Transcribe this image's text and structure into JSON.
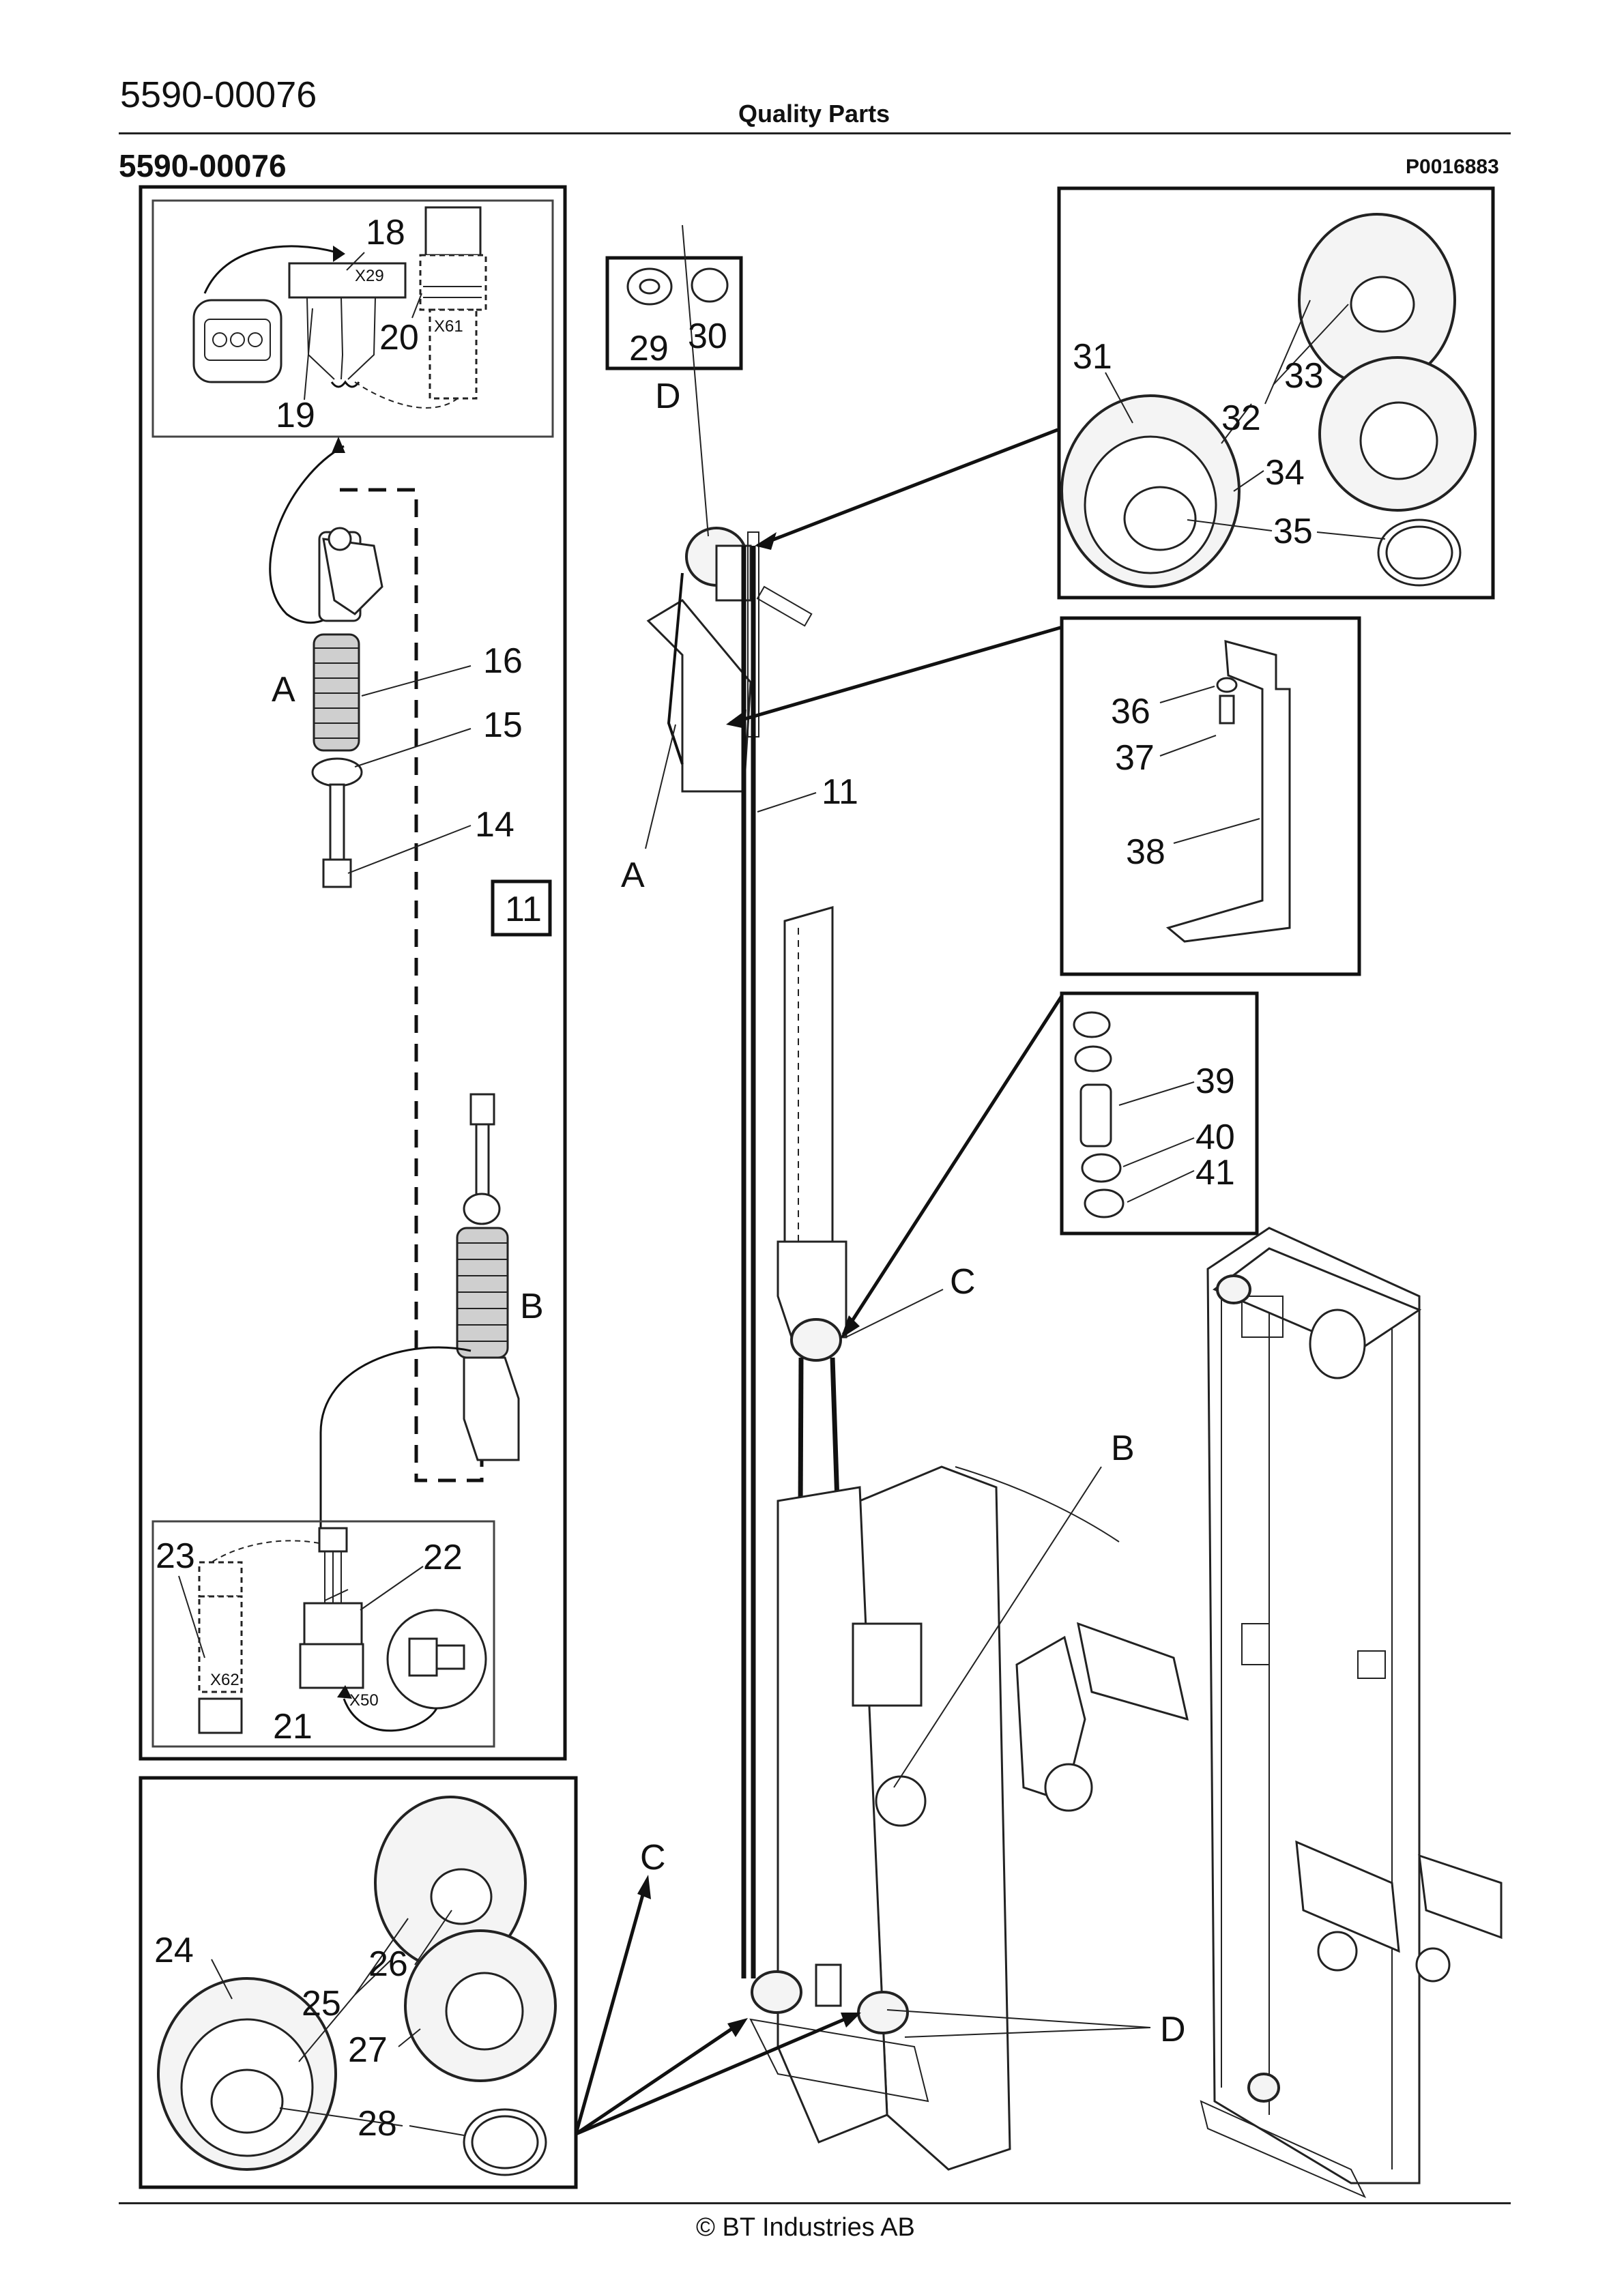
{
  "header": {
    "doc_number": "5590-00076",
    "title": "Quality Parts",
    "section_number": "5590-00076",
    "drawing_id": "P0016883"
  },
  "footer": {
    "copyright": "© BT Industries AB"
  },
  "callouts": {
    "p11": "11",
    "p11_box": "11",
    "p14": "14",
    "p15": "15",
    "p16": "16",
    "p18": "18",
    "p19": "19",
    "p20": "20",
    "p21": "21",
    "p22": "22",
    "p23": "23",
    "p24": "24",
    "p25": "25",
    "p26": "26",
    "p27": "27",
    "p28": "28",
    "p29": "29",
    "p30": "30",
    "p31": "31",
    "p32": "32",
    "p33": "33",
    "p34": "34",
    "p35": "35",
    "p36": "36",
    "p37": "37",
    "p38": "38",
    "p39": "39",
    "p40": "40",
    "p41": "41"
  },
  "view_letters": {
    "a_detail": "A",
    "a_main": "A",
    "b_detail": "B",
    "b_main": "B",
    "c_main": "C",
    "c_arrow": "C",
    "d_top": "D",
    "d_bottom": "D"
  },
  "connector_tags": {
    "x29": "X29",
    "x61": "X61",
    "x62": "X62",
    "x50": "X50"
  }
}
